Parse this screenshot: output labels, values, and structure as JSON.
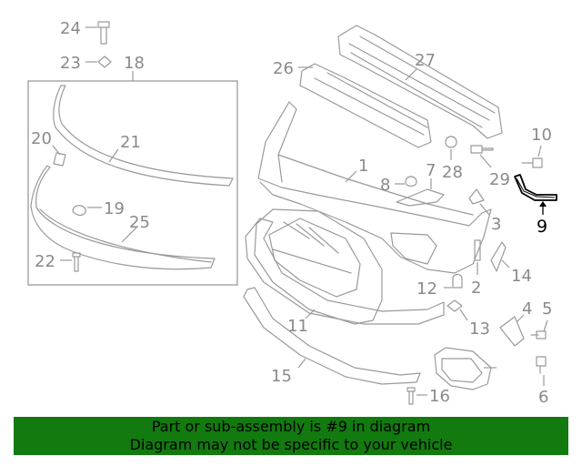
{
  "colors": {
    "part_stroke": "#9a9a9a",
    "label": "#8a8a8a",
    "highlight": "#000000",
    "banner_bg": "#127a0f",
    "banner_text": "#000000"
  },
  "callouts": {
    "n1": "1",
    "n2": "2",
    "n3": "3",
    "n4": "4",
    "n5": "5",
    "n6": "6",
    "n7": "7",
    "n8": "8",
    "n9": "9",
    "n10": "10",
    "n11": "11",
    "n12": "12",
    "n13": "13",
    "n14": "14",
    "n15": "15",
    "n16": "16",
    "n18": "18",
    "n19": "19",
    "n20": "20",
    "n21": "21",
    "n22": "22",
    "n23": "23",
    "n24": "24",
    "n25": "25",
    "n26": "26",
    "n27": "27",
    "n28": "28",
    "n29": "29"
  },
  "highlighted_part": "9",
  "banner": {
    "line1": "Part or sub-assembly is #9 in diagram",
    "line2": "Diagram may not be specific to your vehicle"
  }
}
